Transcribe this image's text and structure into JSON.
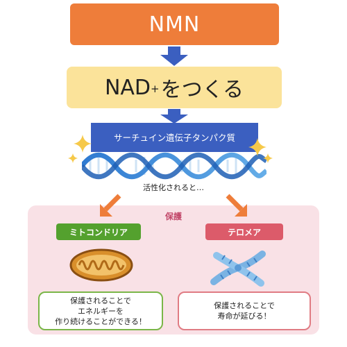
{
  "flow": {
    "nmn": "NMN",
    "nad_main": "NAD",
    "nad_sup": "+",
    "nad_suffix": "をつくる",
    "sirtuin": "サーチュイン遺伝子タンパク質",
    "activated": "活性化されると…"
  },
  "protection": {
    "title": "保護",
    "mitochondria": {
      "label": "ミトコンドリア",
      "desc_lines": [
        "保護されることで",
        "エネルギーを",
        "作り続けることができる！"
      ]
    },
    "telomere": {
      "label": "テロメア",
      "desc_lines": [
        "保護されることで",
        "寿命が延びる！"
      ]
    }
  },
  "colors": {
    "nmn_orange": "#ee7d3a",
    "nad_yellow": "#fbe39a",
    "arrow_blue": "#3b5fc0",
    "sirtuin_blue": "#3b5fc0",
    "panel_pink": "#f9e1e6",
    "mito_green": "#54a12e",
    "telo_red": "#dc5b6a",
    "branch_arrow_orange": "#ee7d3a"
  },
  "icons": [
    "dna-helix-icon",
    "sparkle-icon",
    "mitochondria-icon",
    "chromosome-icon",
    "arrow-down-icon"
  ]
}
